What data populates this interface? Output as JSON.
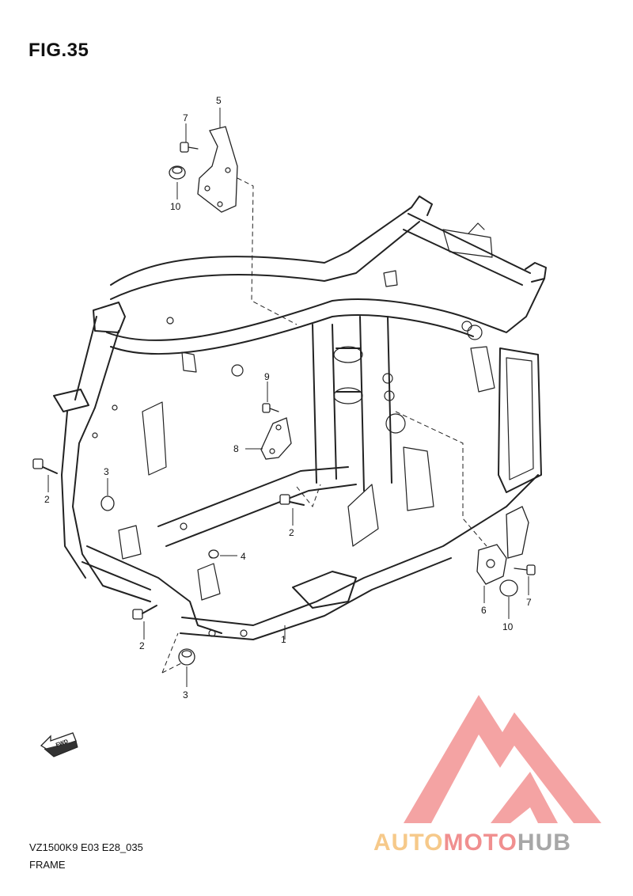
{
  "figure": {
    "title": "FIG.35"
  },
  "callouts": {
    "p1": "1",
    "p2a": "2",
    "p2b": "2",
    "p2c": "2",
    "p3a": "3",
    "p3b": "3",
    "p4": "4",
    "p5": "5",
    "p6": "6",
    "p7a": "7",
    "p7b": "7",
    "p8": "8",
    "p9": "9",
    "p10a": "10",
    "p10b": "10"
  },
  "fwd_arrow": {
    "label": "FWD"
  },
  "footer": {
    "model_code": "VZ1500K9 E03 E28_035",
    "section_name": "FRAME"
  },
  "watermark": {
    "part_a": "AUTO",
    "part_b": "MOTO",
    "part_c": "HUB",
    "colors": {
      "part_a": "#f6c98a",
      "part_b": "#f08f8f",
      "part_c": "#a7a7a7",
      "mark": "#f4a3a3"
    }
  }
}
